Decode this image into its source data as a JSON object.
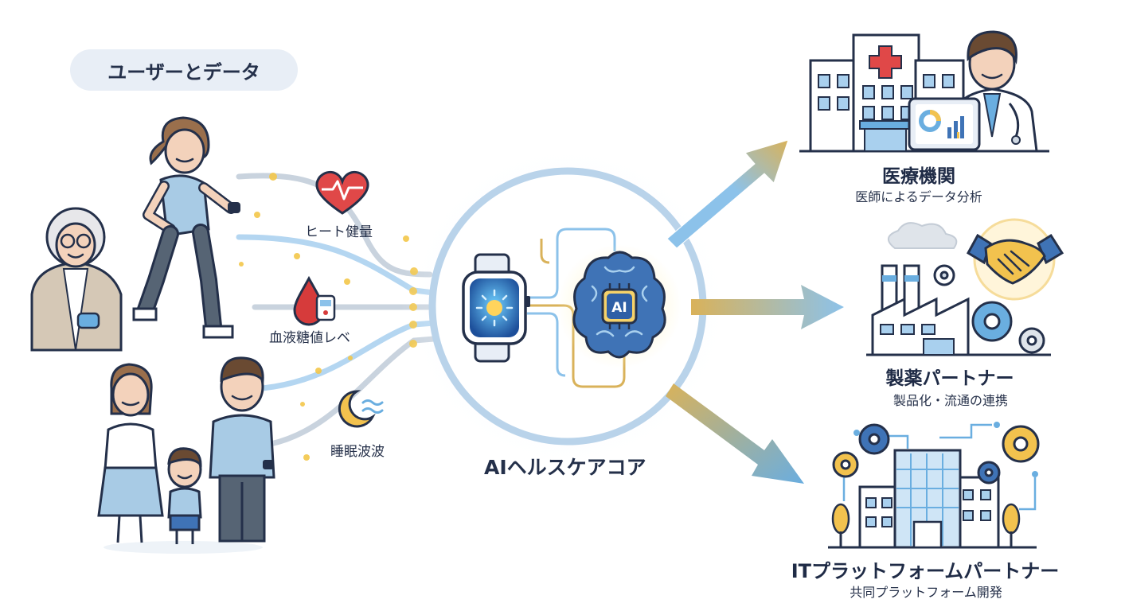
{
  "users": {
    "heading": "ユーザーとデータ",
    "metrics": [
      {
        "label": "ヒート健量",
        "icon": "heart-icon"
      },
      {
        "label": "血液糖値レベ",
        "icon": "blood-drop-icon"
      },
      {
        "label": "睡眠波波",
        "icon": "moon-icon"
      }
    ]
  },
  "core": {
    "label": "AIヘルスケアコア",
    "chip_text": "AI"
  },
  "partners": [
    {
      "title": "医療機関",
      "subtitle": "医師によるデータ分析"
    },
    {
      "title": "製薬パートナー",
      "subtitle": "製品化・流通の連携"
    },
    {
      "title": "ITプラットフォームパートナー",
      "subtitle": "共同プラットフォーム開発"
    }
  ],
  "colors": {
    "navy": "#24304a",
    "blue": "#6aaee0",
    "light_blue": "#a9d0ee",
    "gold": "#d9b25a",
    "pill_bg": "#e8eef6",
    "red": "#e04848"
  }
}
